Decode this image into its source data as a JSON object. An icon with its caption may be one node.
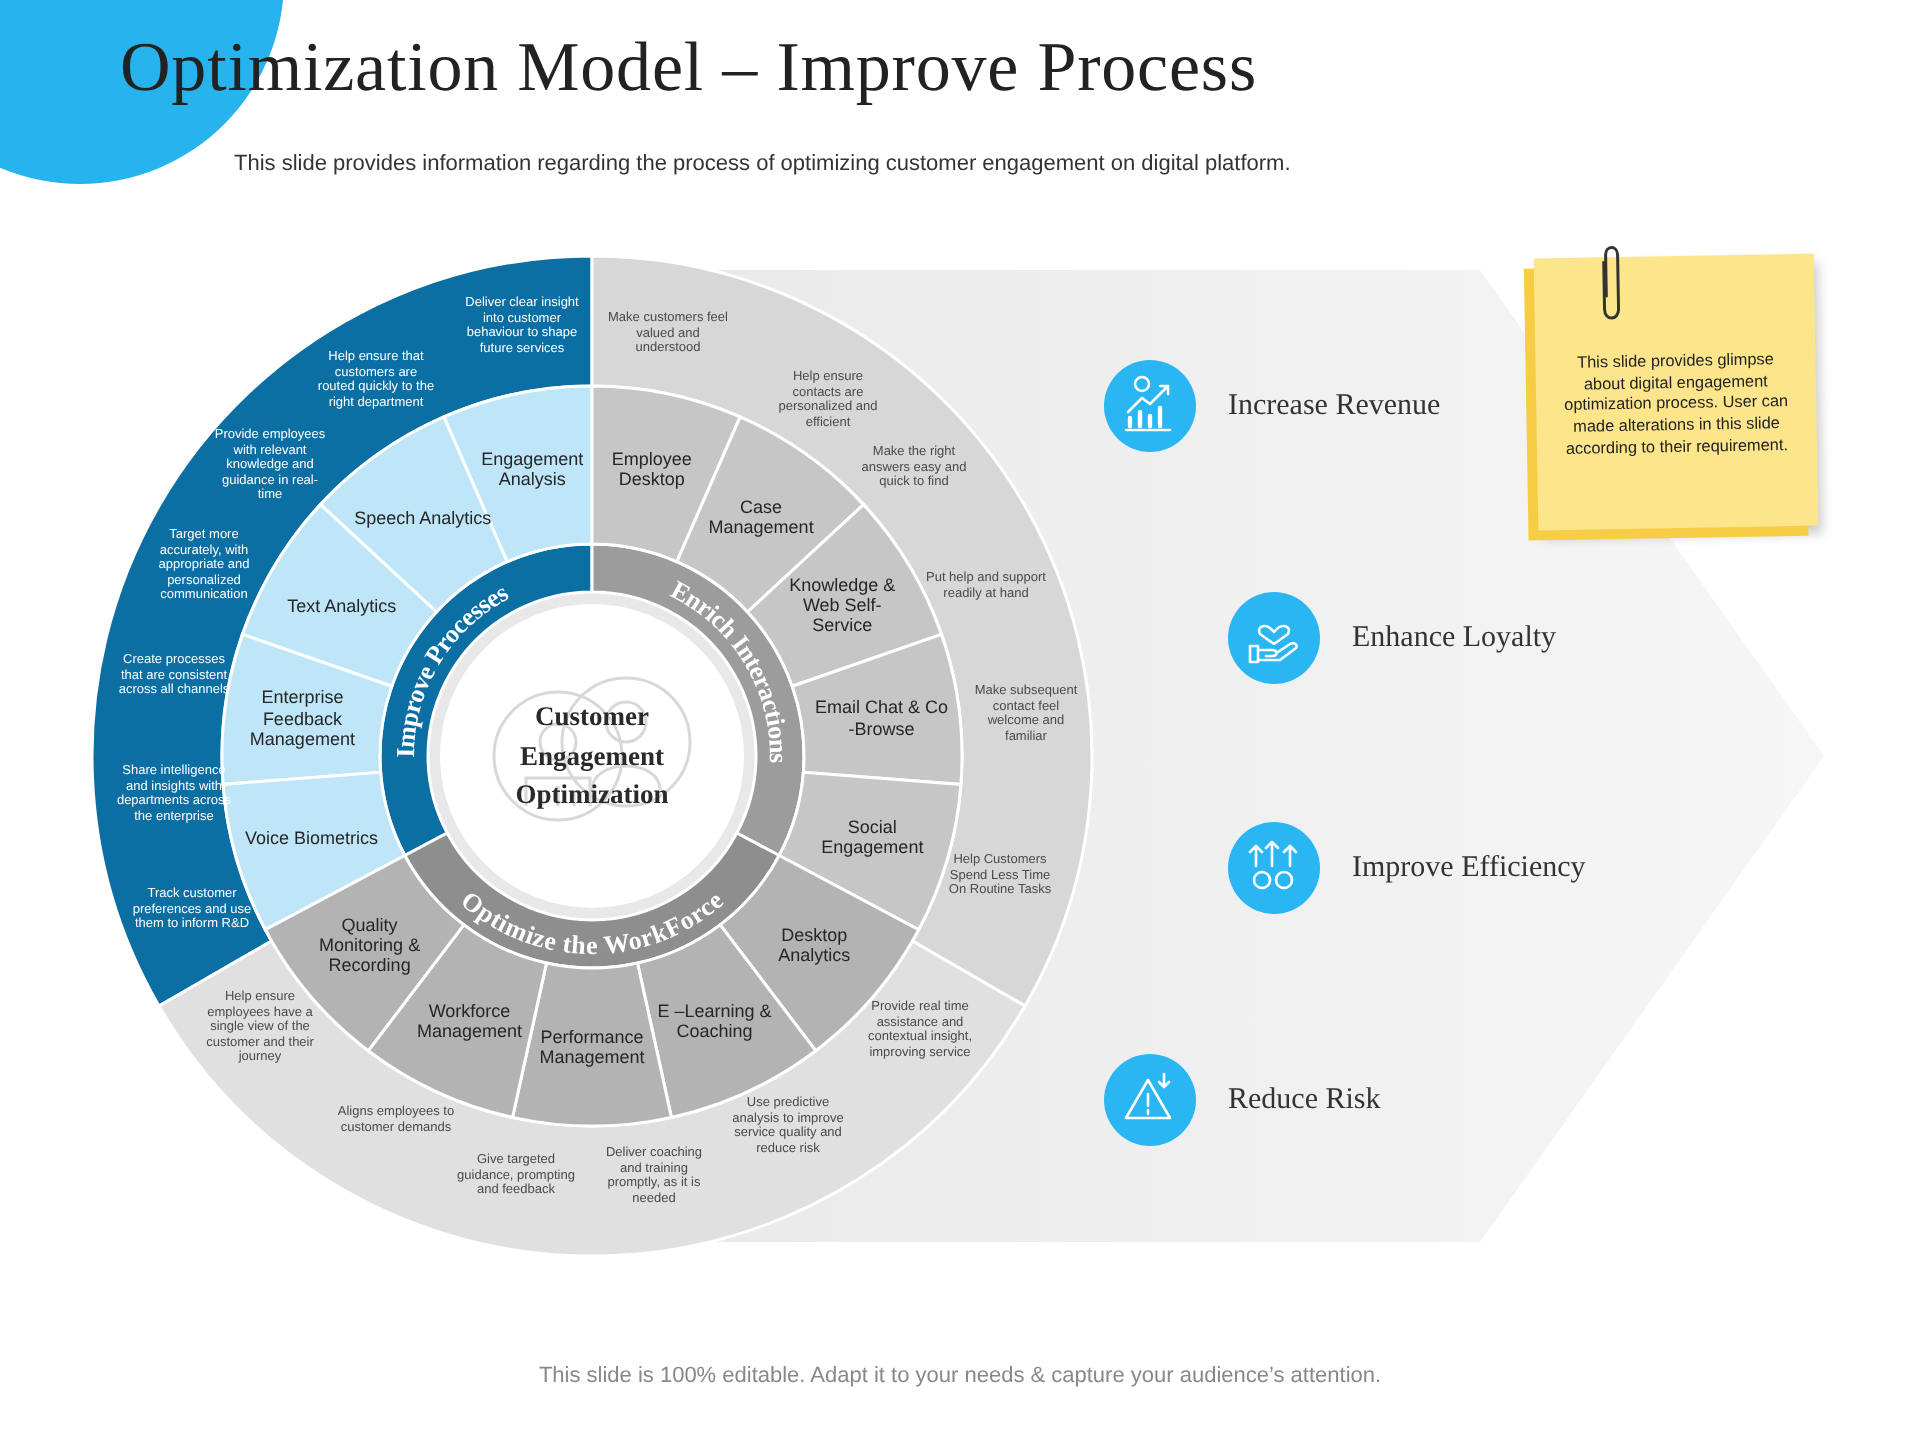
{
  "diagram": {
    "title": "Optimization Model – Improve Process",
    "nodes": [
      {
        "text": [
          "Customer Engagement Optimization"
        ]
      },
      {
        "text": [
          "Improve Processes"
        ]
      },
      {
        "text": [
          "Enrich Interactions"
        ]
      },
      {
        "text": [
          "Optimize the WorkForce"
        ]
      },
      {
        "text": [
          "Engagement Analysis"
        ]
      },
      {
        "text": [
          "Speech Analytics"
        ]
      },
      {
        "text": [
          "Text Analytics"
        ]
      },
      {
        "text": [
          "Enterprise Feedback Management"
        ]
      },
      {
        "text": [
          "Voice Biometrics"
        ]
      },
      {
        "text": [
          "Employee Desktop"
        ]
      },
      {
        "text": [
          "Case Management"
        ]
      },
      {
        "text": [
          "Knowledge & Web Self- Service"
        ]
      },
      {
        "text": [
          "Email Chat & Co -Browse"
        ]
      },
      {
        "text": [
          "Social Engagement"
        ]
      },
      {
        "text": [
          "Desktop Analytics"
        ]
      },
      {
        "text": [
          "E –Learning & Coaching"
        ]
      },
      {
        "text": [
          "Performance Management"
        ]
      },
      {
        "text": [
          "Workforce Management"
        ]
      },
      {
        "text": [
          "Quality Monitoring & Recording"
        ]
      },
      {
        "text": [
          "This slide provides glimpse about digital engagement optimization process. User can made alterations in this slide according to their requirement."
        ]
      },
      {
        "text": [
          "Increase Revenue"
        ]
      },
      {
        "text": [
          "Enhance Loyalty"
        ]
      },
      {
        "text": [
          "Improve Efficiency"
        ]
      },
      {
        "text": [
          "Reduce Risk"
        ]
      }
    ],
    "labels": [
      "This slide provides information regarding the process of optimizing customer engagement on digital platform.",
      "Deliver clear insight into customer behaviour to shape future services",
      "Help ensure that customers are routed quickly to the right department",
      "Provide employees with relevant knowledge and guidance in real-time",
      "Target more accurately, with appropriate and personalized communication",
      "Create processes that are consistent across all channels",
      "Share intelligence and insights with departments across the enterprise",
      "Track customer preferences and use them to inform R&D",
      "Make customers feel valued and understood",
      "Help ensure contacts are personalized and efficient",
      "Make the right answers easy and quick to find",
      "Put help and support readily at hand",
      "Make subsequent contact feel welcome and familiar",
      "Help Customers Spend Less Time On Routine Tasks",
      "Provide real time assistance and contextual insight, improving service",
      "Use predictive analysis to improve service quality and reduce risk",
      "Deliver coaching and training promptly, as it is needed",
      "Give targeted guidance, prompting and feedback",
      "Aligns employees to customer demands",
      "Help ensure employees have a single view of the customer and their journey",
      "This slide is 100% editable. Adapt it to your needs & capture your audience’s attention."
    ]
  }
}
